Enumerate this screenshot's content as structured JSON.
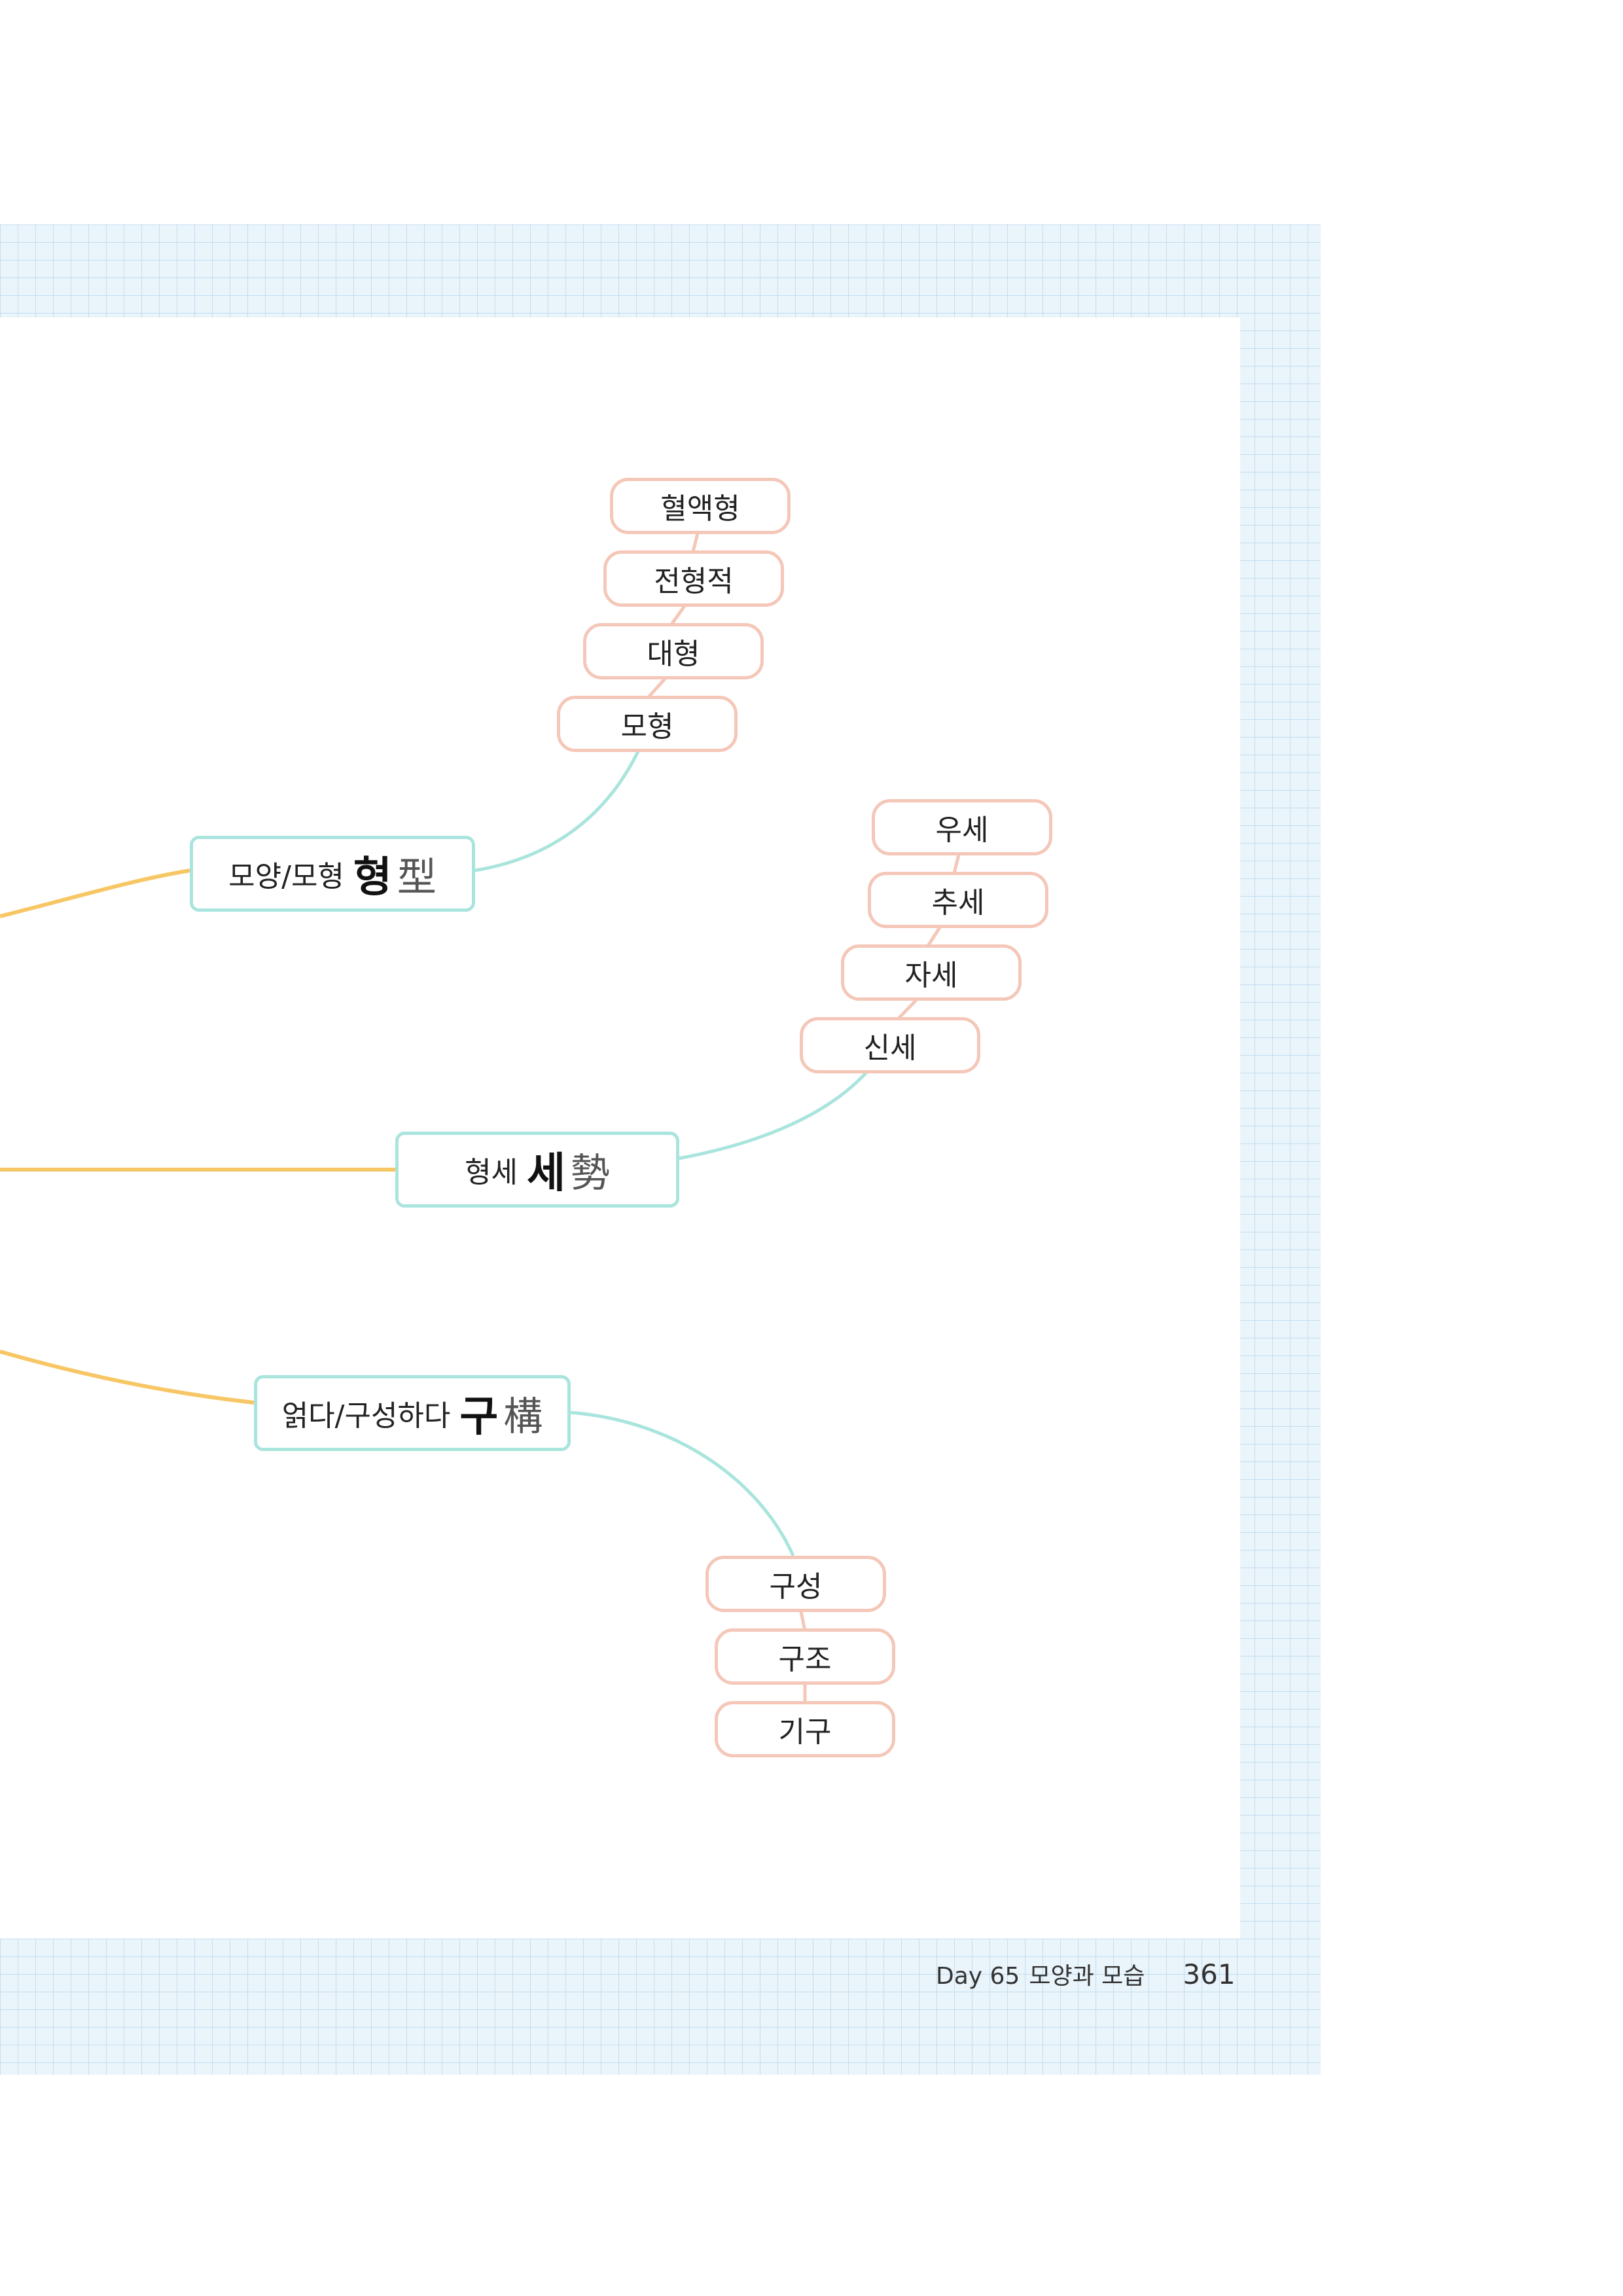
{
  "colors": {
    "trunk_link": "#f7c766",
    "branch_link": "#a9e4dd",
    "leaf_link": "#f4c7b8",
    "grid_background": "#eaf4fb"
  },
  "topics": [
    {
      "korean": "모양/모형",
      "hangul_reading": "형",
      "hanja": "型",
      "words": [
        "혈액형",
        "전형적",
        "대형",
        "모형"
      ]
    },
    {
      "korean": "형세",
      "hangul_reading": "세",
      "hanja": "勢",
      "words": [
        "우세",
        "추세",
        "자세",
        "신세"
      ]
    },
    {
      "korean": "얽다/구성하다",
      "hangul_reading": "구",
      "hanja": "構",
      "words": [
        "구성",
        "구조",
        "기구"
      ]
    }
  ],
  "footer": {
    "day": "Day 65",
    "title": "모양과 모습",
    "page_number": "361"
  }
}
